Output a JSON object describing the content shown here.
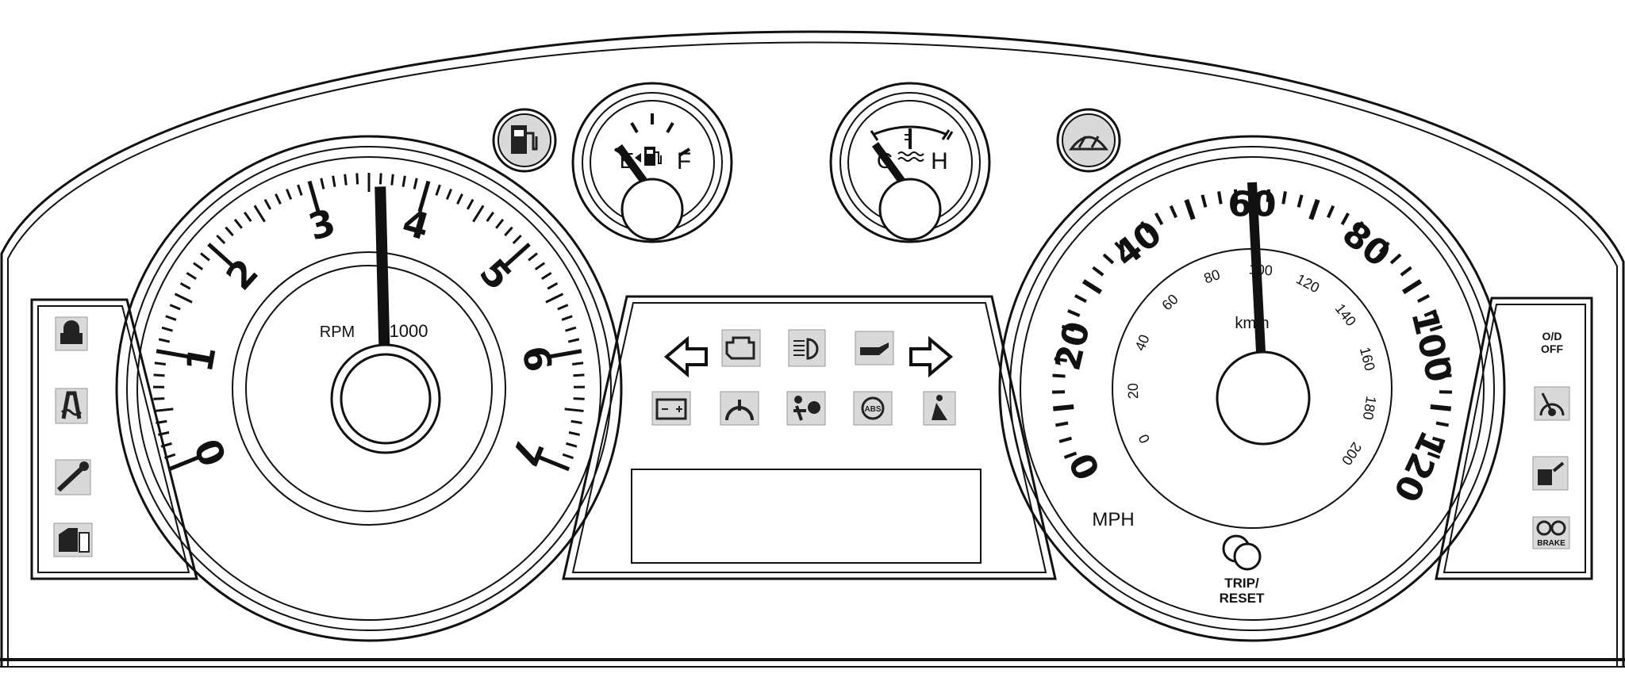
{
  "tachometer": {
    "numbers": [
      "0",
      "1",
      "2",
      "3",
      "4",
      "5",
      "6",
      "7"
    ],
    "label_rpm": "RPM",
    "label_unit": "1000",
    "needle_rpm_x1000": 3.6
  },
  "fuel_gauge": {
    "empty_label": "E",
    "full_label": "F",
    "needle_level": 0.0
  },
  "temp_gauge": {
    "cold_label": "C",
    "hot_label": "H",
    "needle_level": 0.0
  },
  "speedometer": {
    "mph_numbers": [
      "0",
      "20",
      "40",
      "60",
      "80",
      "100",
      "120"
    ],
    "kmh_numbers": [
      "0",
      "20",
      "40",
      "60",
      "80",
      "100",
      "120",
      "140",
      "160",
      "180",
      "200"
    ],
    "unit_label": "MPH",
    "kmh_label": "km/h",
    "needle_mph": 60
  },
  "trip_reset": {
    "line1": "TRIP/",
    "line2": "RESET"
  },
  "center_telltales": {
    "row1": [
      "left-turn-arrow-icon",
      "check-engine-icon",
      "high-beam-icon",
      "oil-pressure-icon",
      "right-turn-arrow-icon"
    ],
    "row2": [
      "battery-icon",
      "tire-pressure-icon",
      "airbag-icon",
      "abs-icon",
      "seatbelt-icon"
    ],
    "abs_text": "ABS"
  },
  "left_telltales": [
    "security-lock-icon",
    "traction-control-icon",
    "service-wrench-icon",
    "door-ajar-icon"
  ],
  "right_telltales": {
    "od_off_line1": "O/D",
    "od_off_line2": "OFF",
    "brake_text": "BRAKE",
    "icons": [
      "od-off-icon",
      "speed-control-icon",
      "low-washer-fluid-icon",
      "brake-warning-icon"
    ]
  },
  "top_icons": [
    "low-fuel-icon",
    "windshield-washer-icon"
  ],
  "colors": {
    "ink": "#111111",
    "telltale_fill": "#d9d9d9"
  }
}
